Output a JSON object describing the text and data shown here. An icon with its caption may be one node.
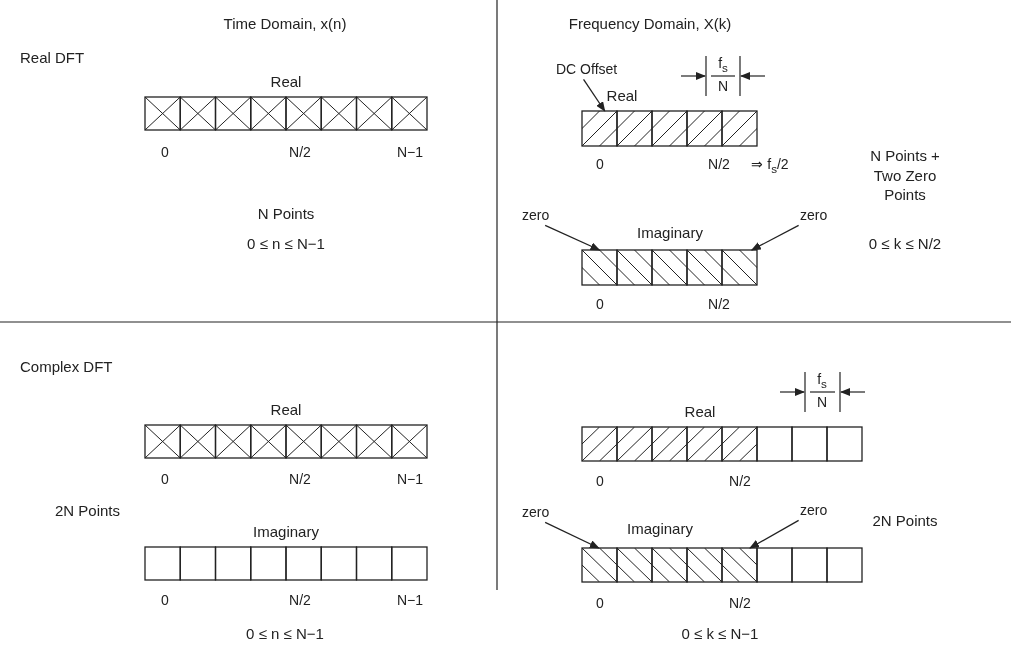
{
  "diagram": {
    "nodes": [
      {
        "text": [
          "Real"
        ],
        "beside": [
          "0",
          "N/2",
          "N−1"
        ]
      },
      {
        "text": [
          "DC Offset"
        ]
      },
      {
        "text": [
          "Real"
        ],
        "beside": [
          "0",
          "N/2",
          "⇒ f$_{s}$/2"
        ]
      },
      {
        "text": [
          "zero"
        ]
      },
      {
        "text": [
          "zero"
        ]
      },
      {
        "text": [
          "Imaginary"
        ],
        "beside": [
          "0",
          "N/2"
        ]
      },
      {
        "text": [
          "Real"
        ],
        "beside": [
          "0",
          "N/2",
          "N−1"
        ]
      },
      {
        "text": [
          "Imaginary"
        ],
        "beside": [
          "0",
          "N/2",
          "N−1"
        ]
      },
      {
        "text": [
          "zero"
        ]
      },
      {
        "text": [
          "zero"
        ]
      },
      {
        "text": [
          "Real"
        ],
        "beside": [
          "0",
          "N/2"
        ]
      },
      {
        "text": [
          "Imaginary"
        ],
        "beside": [
          "0",
          "N/2"
        ]
      }
    ],
    "edges": [
      {
        "from": 1,
        "to": 2,
        "arrow": "to"
      },
      {
        "from": 3,
        "to": 5,
        "arrow": "to"
      },
      {
        "from": 4,
        "to": 5,
        "arrow": "to"
      },
      {
        "from": 8,
        "to": 11,
        "arrow": "to"
      },
      {
        "from": 9,
        "to": 11,
        "arrow": "to"
      }
    ],
    "labels": [
      "Time Domain, x(n)",
      "Frequency Domain, X(k)",
      "Real DFT",
      "f$_{s}$",
      "N",
      "N Points",
      "0 ≤ n ≤ N−1",
      "N Points + Two Zero Points",
      "0 ≤ k ≤ N/2",
      "Complex DFT",
      "f$_{s}$",
      "N",
      "2N Points",
      "2N Points",
      "0 ≤ n ≤ N−1",
      "0 ≤ k ≤ N−1"
    ]
  }
}
